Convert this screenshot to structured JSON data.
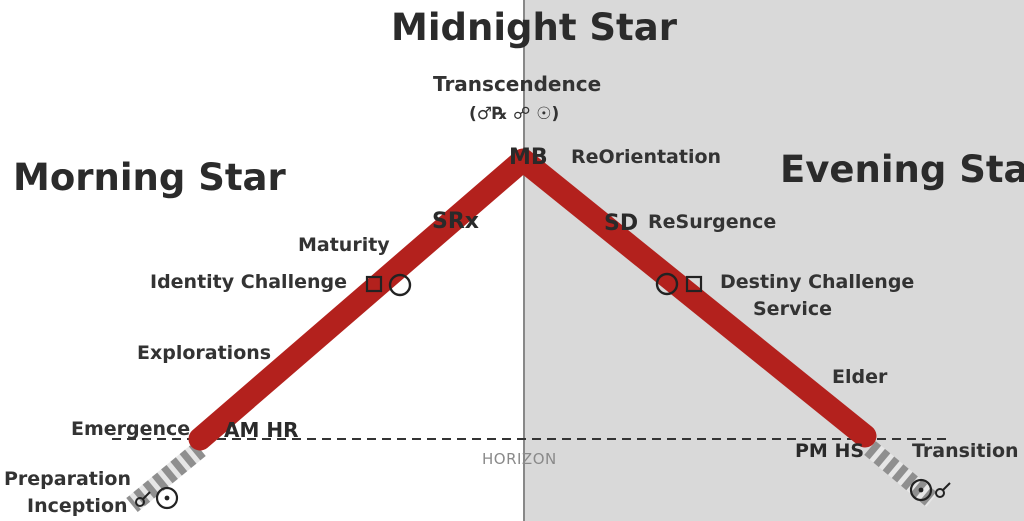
{
  "colors": {
    "arc": "#b3211d",
    "right_panel": "#d9d9d9",
    "center_line": "#888888",
    "stripe_dark": "#8f8f8f",
    "stripe_light": "#e6e6e6"
  },
  "titles": {
    "midnight": "Midnight Star",
    "morning": "Morning Star",
    "evening": "Evening Star"
  },
  "top": {
    "label": "Transcendence",
    "glyphs": "(♂℞ ☍ ☉)"
  },
  "markers": {
    "mb": "MB",
    "srx": "SRx",
    "sd": "SD",
    "am_hr": "AM HR",
    "pm_hs": "PM HS"
  },
  "stages": {
    "reorientation": "ReOrientation",
    "resurgence": "ReSurgence",
    "maturity": "Maturity",
    "identity_challenge": "Identity Challenge",
    "destiny_challenge": "Destiny Challenge",
    "service": "Service",
    "explorations": "Explorations",
    "elder": "Elder",
    "emergence": "Emergence",
    "transition": "Transition",
    "preparation": "Preparation",
    "inception": "Inception"
  },
  "horizon_label": "HORIZON",
  "icons": [
    "square-icon",
    "sun-icon",
    "conjunction-icon"
  ]
}
